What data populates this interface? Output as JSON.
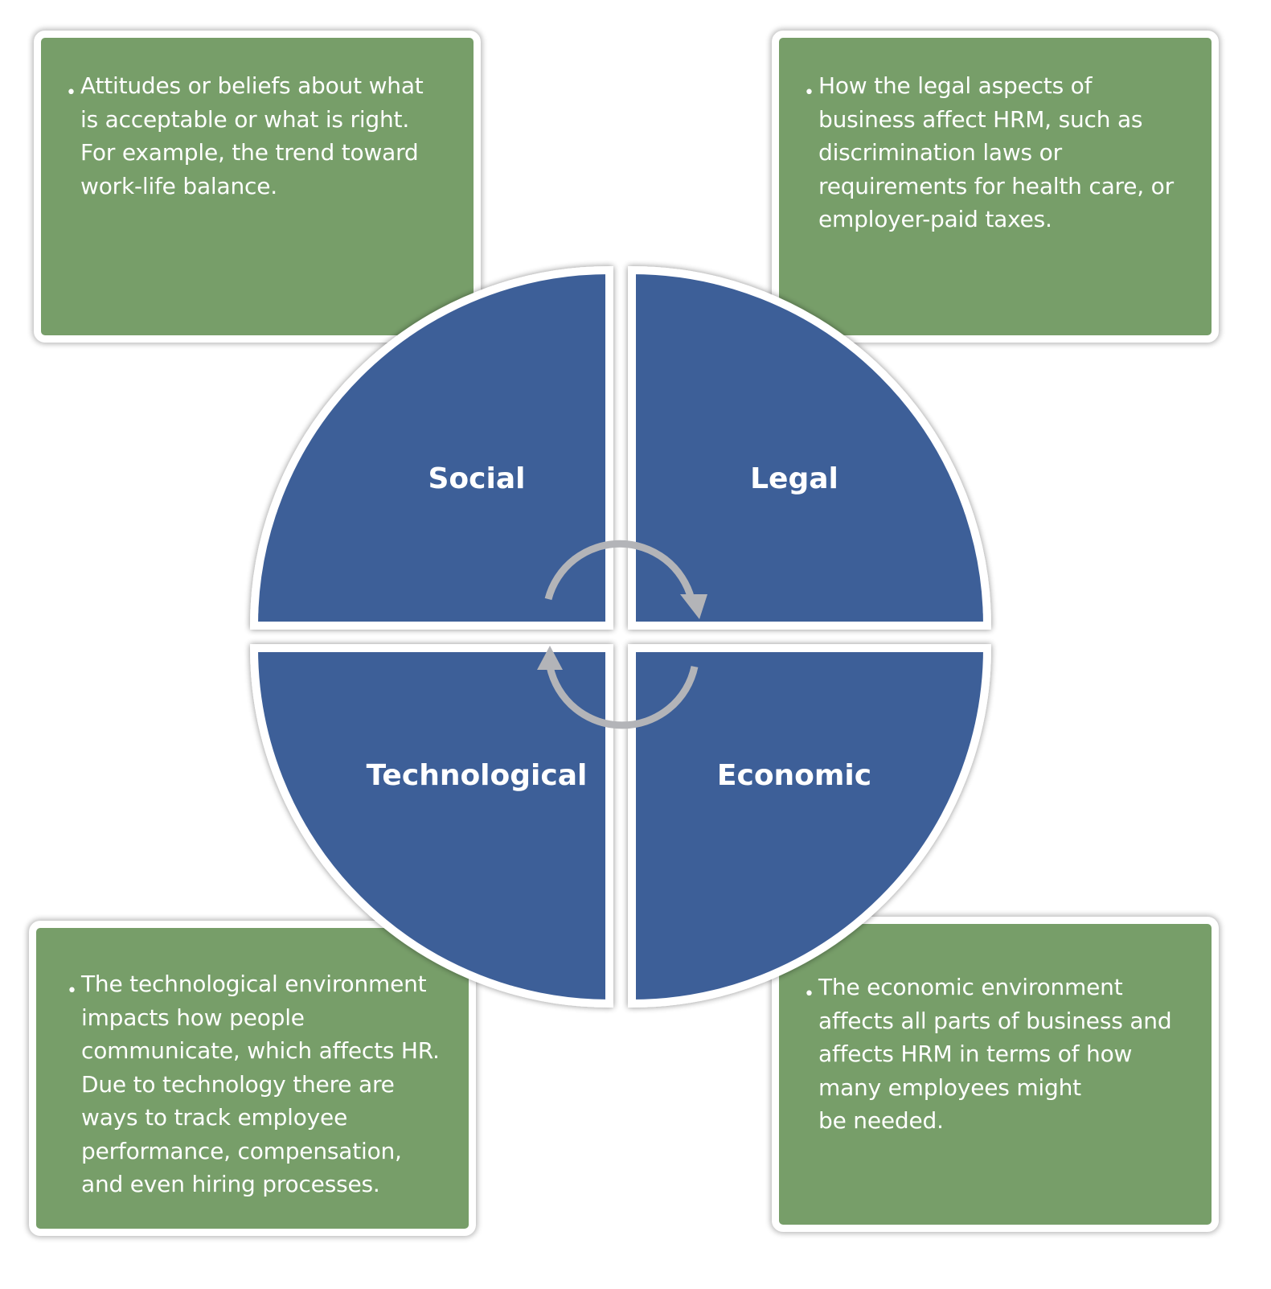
{
  "quadrants": {
    "social": "Social",
    "legal": "Legal",
    "technological": "Technological",
    "economic": "Economic"
  },
  "boxes": {
    "social": {
      "bullet": "•",
      "text": "Attitudes or beliefs about what\nis acceptable or what is right.\nFor example, the trend toward\nwork-life balance."
    },
    "legal": {
      "bullet": "•",
      "text": "How the legal aspects of\nbusiness affect HRM, such as\ndiscrimination laws or\nrequirements for health care, or\nemployer-paid taxes."
    },
    "technological": {
      "bullet": "•",
      "text": "The technological environment\nimpacts how people\ncommunicate, which affects HR.\nDue to technology there are\nways to track employee\nperformance, compensation,\nand even hiring processes."
    },
    "economic": {
      "bullet": "•",
      "text": "The economic environment\naffects all parts of business and\naffects HRM in terms of how\nmany employees might\nbe needed."
    }
  },
  "colors": {
    "box_fill": "#779e69",
    "quadrant_fill": "#3e5f98",
    "cycle_arrow": "#b3b4b8",
    "border": "#ffffff"
  }
}
